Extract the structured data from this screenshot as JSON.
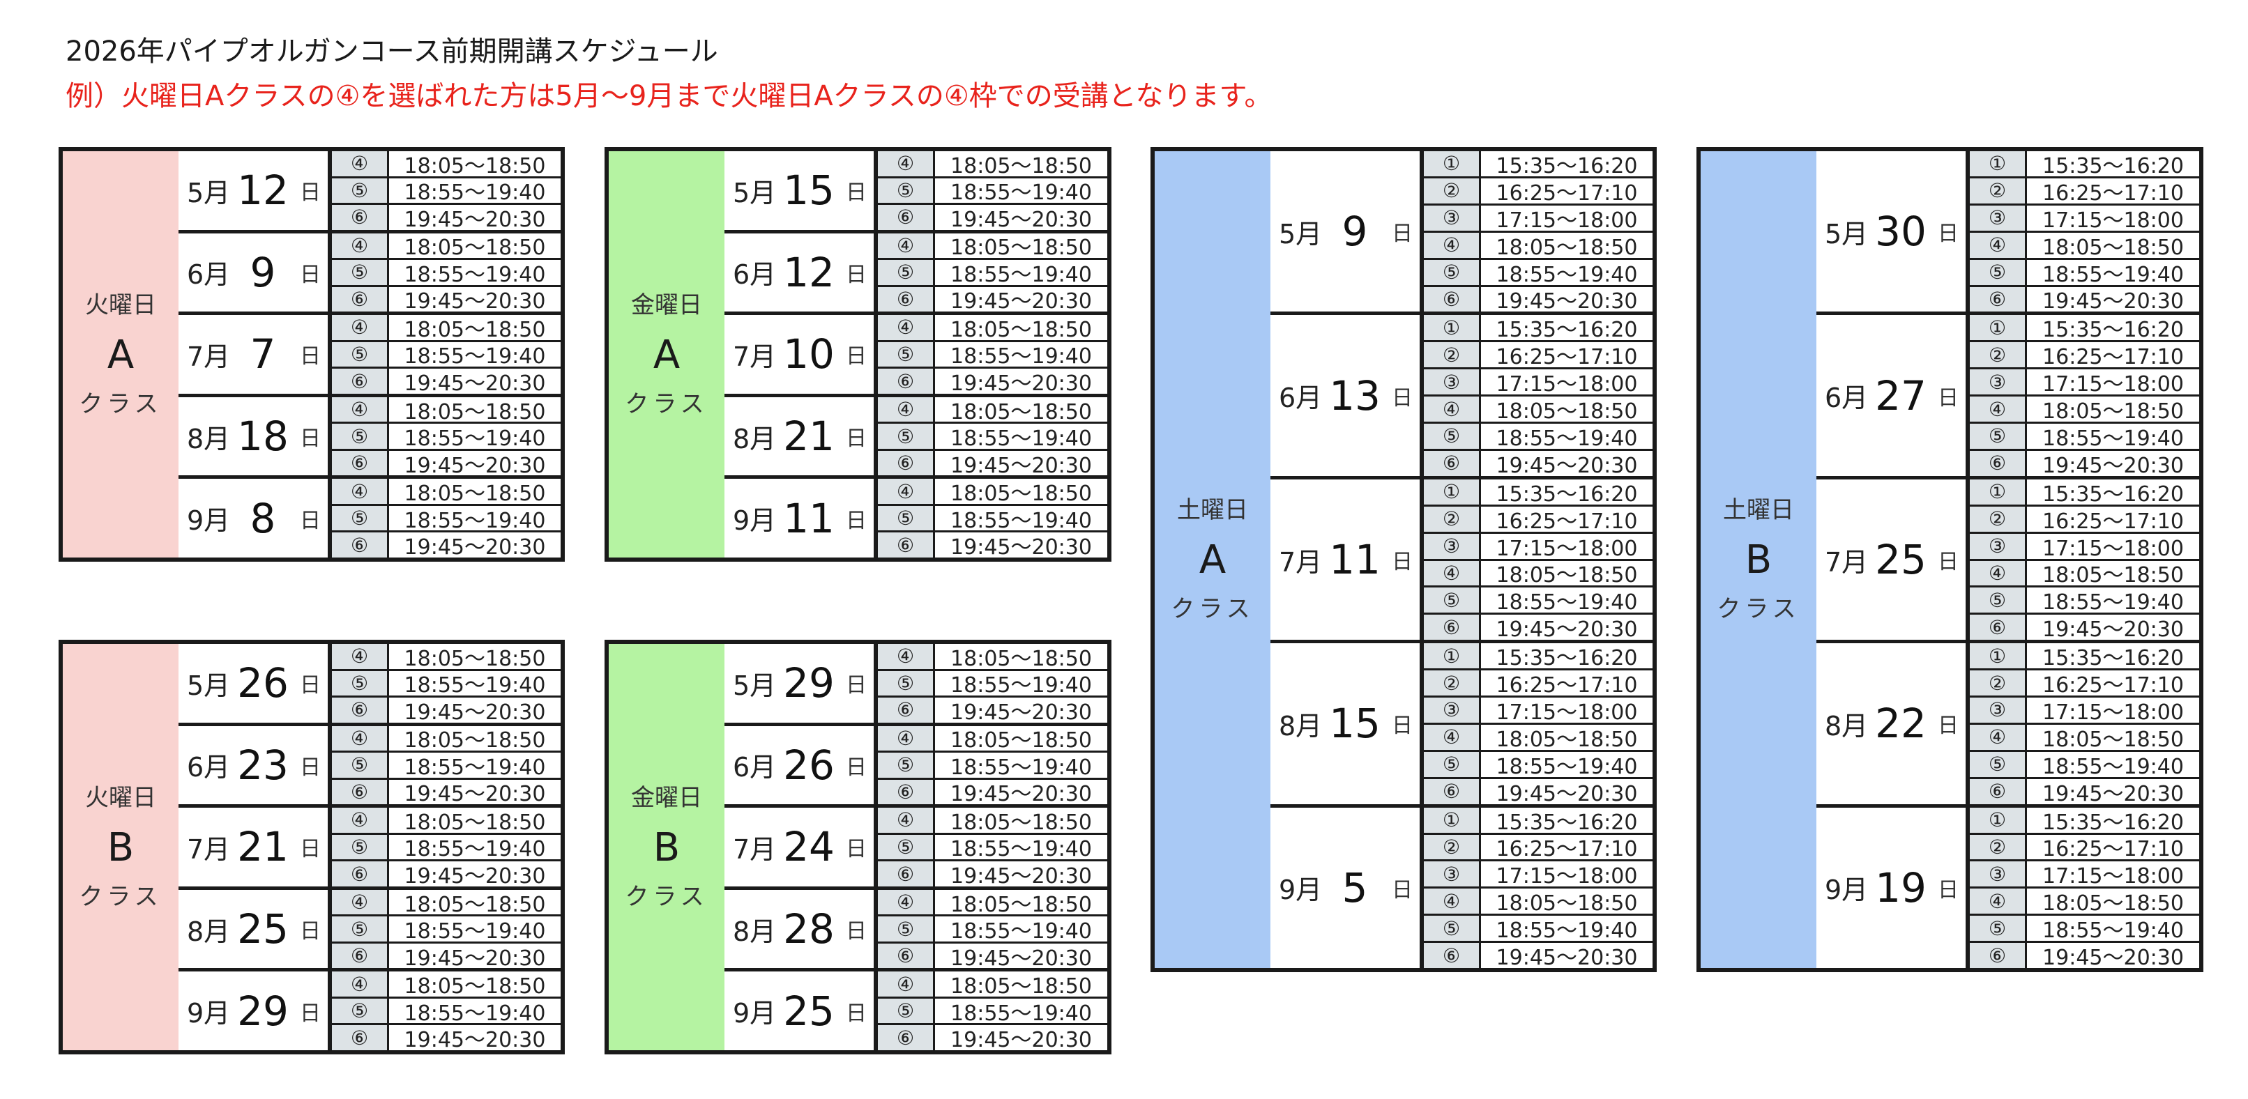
{
  "title": "2026年パイプオルガンコース前期開講スケジュール",
  "note": "例）火曜日Aクラスの④を選ばれた方は5月〜9月まで火曜日Aクラスの④枠での受講となります。",
  "colors": {
    "tuesday": "#f9d3d0",
    "friday": "#b5f3a2",
    "saturday": "#a9c9f5",
    "note_text": "#e8231c",
    "slot_num_bg": "#dde3e6"
  },
  "day_suffix": "日",
  "class_suffix": "クラス",
  "blocks": [
    {
      "id": "tue-a",
      "day": "火曜日",
      "class": "A",
      "color": "#f9d3d0",
      "dates": [
        {
          "month": "5月",
          "day": "12",
          "slots": [
            {
              "num": "④",
              "time": "18:05〜18:50"
            },
            {
              "num": "⑤",
              "time": "18:55〜19:40"
            },
            {
              "num": "⑥",
              "time": "19:45〜20:30"
            }
          ]
        },
        {
          "month": "6月",
          "day": "9",
          "slots": [
            {
              "num": "④",
              "time": "18:05〜18:50"
            },
            {
              "num": "⑤",
              "time": "18:55〜19:40"
            },
            {
              "num": "⑥",
              "time": "19:45〜20:30"
            }
          ]
        },
        {
          "month": "7月",
          "day": "7",
          "slots": [
            {
              "num": "④",
              "time": "18:05〜18:50"
            },
            {
              "num": "⑤",
              "time": "18:55〜19:40"
            },
            {
              "num": "⑥",
              "time": "19:45〜20:30"
            }
          ]
        },
        {
          "month": "8月",
          "day": "18",
          "slots": [
            {
              "num": "④",
              "time": "18:05〜18:50"
            },
            {
              "num": "⑤",
              "time": "18:55〜19:40"
            },
            {
              "num": "⑥",
              "time": "19:45〜20:30"
            }
          ]
        },
        {
          "month": "9月",
          "day": "8",
          "slots": [
            {
              "num": "④",
              "time": "18:05〜18:50"
            },
            {
              "num": "⑤",
              "time": "18:55〜19:40"
            },
            {
              "num": "⑥",
              "time": "19:45〜20:30"
            }
          ]
        }
      ]
    },
    {
      "id": "fri-a",
      "day": "金曜日",
      "class": "A",
      "color": "#b5f3a2",
      "dates": [
        {
          "month": "5月",
          "day": "15",
          "slots": [
            {
              "num": "④",
              "time": "18:05〜18:50"
            },
            {
              "num": "⑤",
              "time": "18:55〜19:40"
            },
            {
              "num": "⑥",
              "time": "19:45〜20:30"
            }
          ]
        },
        {
          "month": "6月",
          "day": "12",
          "slots": [
            {
              "num": "④",
              "time": "18:05〜18:50"
            },
            {
              "num": "⑤",
              "time": "18:55〜19:40"
            },
            {
              "num": "⑥",
              "time": "19:45〜20:30"
            }
          ]
        },
        {
          "month": "7月",
          "day": "10",
          "slots": [
            {
              "num": "④",
              "time": "18:05〜18:50"
            },
            {
              "num": "⑤",
              "time": "18:55〜19:40"
            },
            {
              "num": "⑥",
              "time": "19:45〜20:30"
            }
          ]
        },
        {
          "month": "8月",
          "day": "21",
          "slots": [
            {
              "num": "④",
              "time": "18:05〜18:50"
            },
            {
              "num": "⑤",
              "time": "18:55〜19:40"
            },
            {
              "num": "⑥",
              "time": "19:45〜20:30"
            }
          ]
        },
        {
          "month": "9月",
          "day": "11",
          "slots": [
            {
              "num": "④",
              "time": "18:05〜18:50"
            },
            {
              "num": "⑤",
              "time": "18:55〜19:40"
            },
            {
              "num": "⑥",
              "time": "19:45〜20:30"
            }
          ]
        }
      ]
    },
    {
      "id": "sat-a",
      "day": "土曜日",
      "class": "A",
      "color": "#a9c9f5",
      "dates": [
        {
          "month": "5月",
          "day": "9",
          "slots": [
            {
              "num": "①",
              "time": "15:35〜16:20"
            },
            {
              "num": "②",
              "time": "16:25〜17:10"
            },
            {
              "num": "③",
              "time": "17:15〜18:00"
            },
            {
              "num": "④",
              "time": "18:05〜18:50"
            },
            {
              "num": "⑤",
              "time": "18:55〜19:40"
            },
            {
              "num": "⑥",
              "time": "19:45〜20:30"
            }
          ]
        },
        {
          "month": "6月",
          "day": "13",
          "slots": [
            {
              "num": "①",
              "time": "15:35〜16:20"
            },
            {
              "num": "②",
              "time": "16:25〜17:10"
            },
            {
              "num": "③",
              "time": "17:15〜18:00"
            },
            {
              "num": "④",
              "time": "18:05〜18:50"
            },
            {
              "num": "⑤",
              "time": "18:55〜19:40"
            },
            {
              "num": "⑥",
              "time": "19:45〜20:30"
            }
          ]
        },
        {
          "month": "7月",
          "day": "11",
          "slots": [
            {
              "num": "①",
              "time": "15:35〜16:20"
            },
            {
              "num": "②",
              "time": "16:25〜17:10"
            },
            {
              "num": "③",
              "time": "17:15〜18:00"
            },
            {
              "num": "④",
              "time": "18:05〜18:50"
            },
            {
              "num": "⑤",
              "time": "18:55〜19:40"
            },
            {
              "num": "⑥",
              "time": "19:45〜20:30"
            }
          ]
        },
        {
          "month": "8月",
          "day": "15",
          "slots": [
            {
              "num": "①",
              "time": "15:35〜16:20"
            },
            {
              "num": "②",
              "time": "16:25〜17:10"
            },
            {
              "num": "③",
              "time": "17:15〜18:00"
            },
            {
              "num": "④",
              "time": "18:05〜18:50"
            },
            {
              "num": "⑤",
              "time": "18:55〜19:40"
            },
            {
              "num": "⑥",
              "time": "19:45〜20:30"
            }
          ]
        },
        {
          "month": "9月",
          "day": "5",
          "slots": [
            {
              "num": "①",
              "time": "15:35〜16:20"
            },
            {
              "num": "②",
              "time": "16:25〜17:10"
            },
            {
              "num": "③",
              "time": "17:15〜18:00"
            },
            {
              "num": "④",
              "time": "18:05〜18:50"
            },
            {
              "num": "⑤",
              "time": "18:55〜19:40"
            },
            {
              "num": "⑥",
              "time": "19:45〜20:30"
            }
          ]
        }
      ]
    },
    {
      "id": "sat-b",
      "day": "土曜日",
      "class": "B",
      "color": "#a9c9f5",
      "dates": [
        {
          "month": "5月",
          "day": "30",
          "slots": [
            {
              "num": "①",
              "time": "15:35〜16:20"
            },
            {
              "num": "②",
              "time": "16:25〜17:10"
            },
            {
              "num": "③",
              "time": "17:15〜18:00"
            },
            {
              "num": "④",
              "time": "18:05〜18:50"
            },
            {
              "num": "⑤",
              "time": "18:55〜19:40"
            },
            {
              "num": "⑥",
              "time": "19:45〜20:30"
            }
          ]
        },
        {
          "month": "6月",
          "day": "27",
          "slots": [
            {
              "num": "①",
              "time": "15:35〜16:20"
            },
            {
              "num": "②",
              "time": "16:25〜17:10"
            },
            {
              "num": "③",
              "time": "17:15〜18:00"
            },
            {
              "num": "④",
              "time": "18:05〜18:50"
            },
            {
              "num": "⑤",
              "time": "18:55〜19:40"
            },
            {
              "num": "⑥",
              "time": "19:45〜20:30"
            }
          ]
        },
        {
          "month": "7月",
          "day": "25",
          "slots": [
            {
              "num": "①",
              "time": "15:35〜16:20"
            },
            {
              "num": "②",
              "time": "16:25〜17:10"
            },
            {
              "num": "③",
              "time": "17:15〜18:00"
            },
            {
              "num": "④",
              "time": "18:05〜18:50"
            },
            {
              "num": "⑤",
              "time": "18:55〜19:40"
            },
            {
              "num": "⑥",
              "time": "19:45〜20:30"
            }
          ]
        },
        {
          "month": "8月",
          "day": "22",
          "slots": [
            {
              "num": "①",
              "time": "15:35〜16:20"
            },
            {
              "num": "②",
              "time": "16:25〜17:10"
            },
            {
              "num": "③",
              "time": "17:15〜18:00"
            },
            {
              "num": "④",
              "time": "18:05〜18:50"
            },
            {
              "num": "⑤",
              "time": "18:55〜19:40"
            },
            {
              "num": "⑥",
              "time": "19:45〜20:30"
            }
          ]
        },
        {
          "month": "9月",
          "day": "19",
          "slots": [
            {
              "num": "①",
              "time": "15:35〜16:20"
            },
            {
              "num": "②",
              "time": "16:25〜17:10"
            },
            {
              "num": "③",
              "time": "17:15〜18:00"
            },
            {
              "num": "④",
              "time": "18:05〜18:50"
            },
            {
              "num": "⑤",
              "time": "18:55〜19:40"
            },
            {
              "num": "⑥",
              "time": "19:45〜20:30"
            }
          ]
        }
      ]
    },
    {
      "id": "tue-b",
      "day": "火曜日",
      "class": "B",
      "color": "#f9d3d0",
      "dates": [
        {
          "month": "5月",
          "day": "26",
          "slots": [
            {
              "num": "④",
              "time": "18:05〜18:50"
            },
            {
              "num": "⑤",
              "time": "18:55〜19:40"
            },
            {
              "num": "⑥",
              "time": "19:45〜20:30"
            }
          ]
        },
        {
          "month": "6月",
          "day": "23",
          "slots": [
            {
              "num": "④",
              "time": "18:05〜18:50"
            },
            {
              "num": "⑤",
              "time": "18:55〜19:40"
            },
            {
              "num": "⑥",
              "time": "19:45〜20:30"
            }
          ]
        },
        {
          "month": "7月",
          "day": "21",
          "slots": [
            {
              "num": "④",
              "time": "18:05〜18:50"
            },
            {
              "num": "⑤",
              "time": "18:55〜19:40"
            },
            {
              "num": "⑥",
              "time": "19:45〜20:30"
            }
          ]
        },
        {
          "month": "8月",
          "day": "25",
          "slots": [
            {
              "num": "④",
              "time": "18:05〜18:50"
            },
            {
              "num": "⑤",
              "time": "18:55〜19:40"
            },
            {
              "num": "⑥",
              "time": "19:45〜20:30"
            }
          ]
        },
        {
          "month": "9月",
          "day": "29",
          "slots": [
            {
              "num": "④",
              "time": "18:05〜18:50"
            },
            {
              "num": "⑤",
              "time": "18:55〜19:40"
            },
            {
              "num": "⑥",
              "time": "19:45〜20:30"
            }
          ]
        }
      ]
    },
    {
      "id": "fri-b",
      "day": "金曜日",
      "class": "B",
      "color": "#b5f3a2",
      "dates": [
        {
          "month": "5月",
          "day": "29",
          "slots": [
            {
              "num": "④",
              "time": "18:05〜18:50"
            },
            {
              "num": "⑤",
              "time": "18:55〜19:40"
            },
            {
              "num": "⑥",
              "time": "19:45〜20:30"
            }
          ]
        },
        {
          "month": "6月",
          "day": "26",
          "slots": [
            {
              "num": "④",
              "time": "18:05〜18:50"
            },
            {
              "num": "⑤",
              "time": "18:55〜19:40"
            },
            {
              "num": "⑥",
              "time": "19:45〜20:30"
            }
          ]
        },
        {
          "month": "7月",
          "day": "24",
          "slots": [
            {
              "num": "④",
              "time": "18:05〜18:50"
            },
            {
              "num": "⑤",
              "time": "18:55〜19:40"
            },
            {
              "num": "⑥",
              "time": "19:45〜20:30"
            }
          ]
        },
        {
          "month": "8月",
          "day": "28",
          "slots": [
            {
              "num": "④",
              "time": "18:05〜18:50"
            },
            {
              "num": "⑤",
              "time": "18:55〜19:40"
            },
            {
              "num": "⑥",
              "time": "19:45〜20:30"
            }
          ]
        },
        {
          "month": "9月",
          "day": "25",
          "slots": [
            {
              "num": "④",
              "time": "18:05〜18:50"
            },
            {
              "num": "⑤",
              "time": "18:55〜19:40"
            },
            {
              "num": "⑥",
              "time": "19:45〜20:30"
            }
          ]
        }
      ]
    }
  ]
}
